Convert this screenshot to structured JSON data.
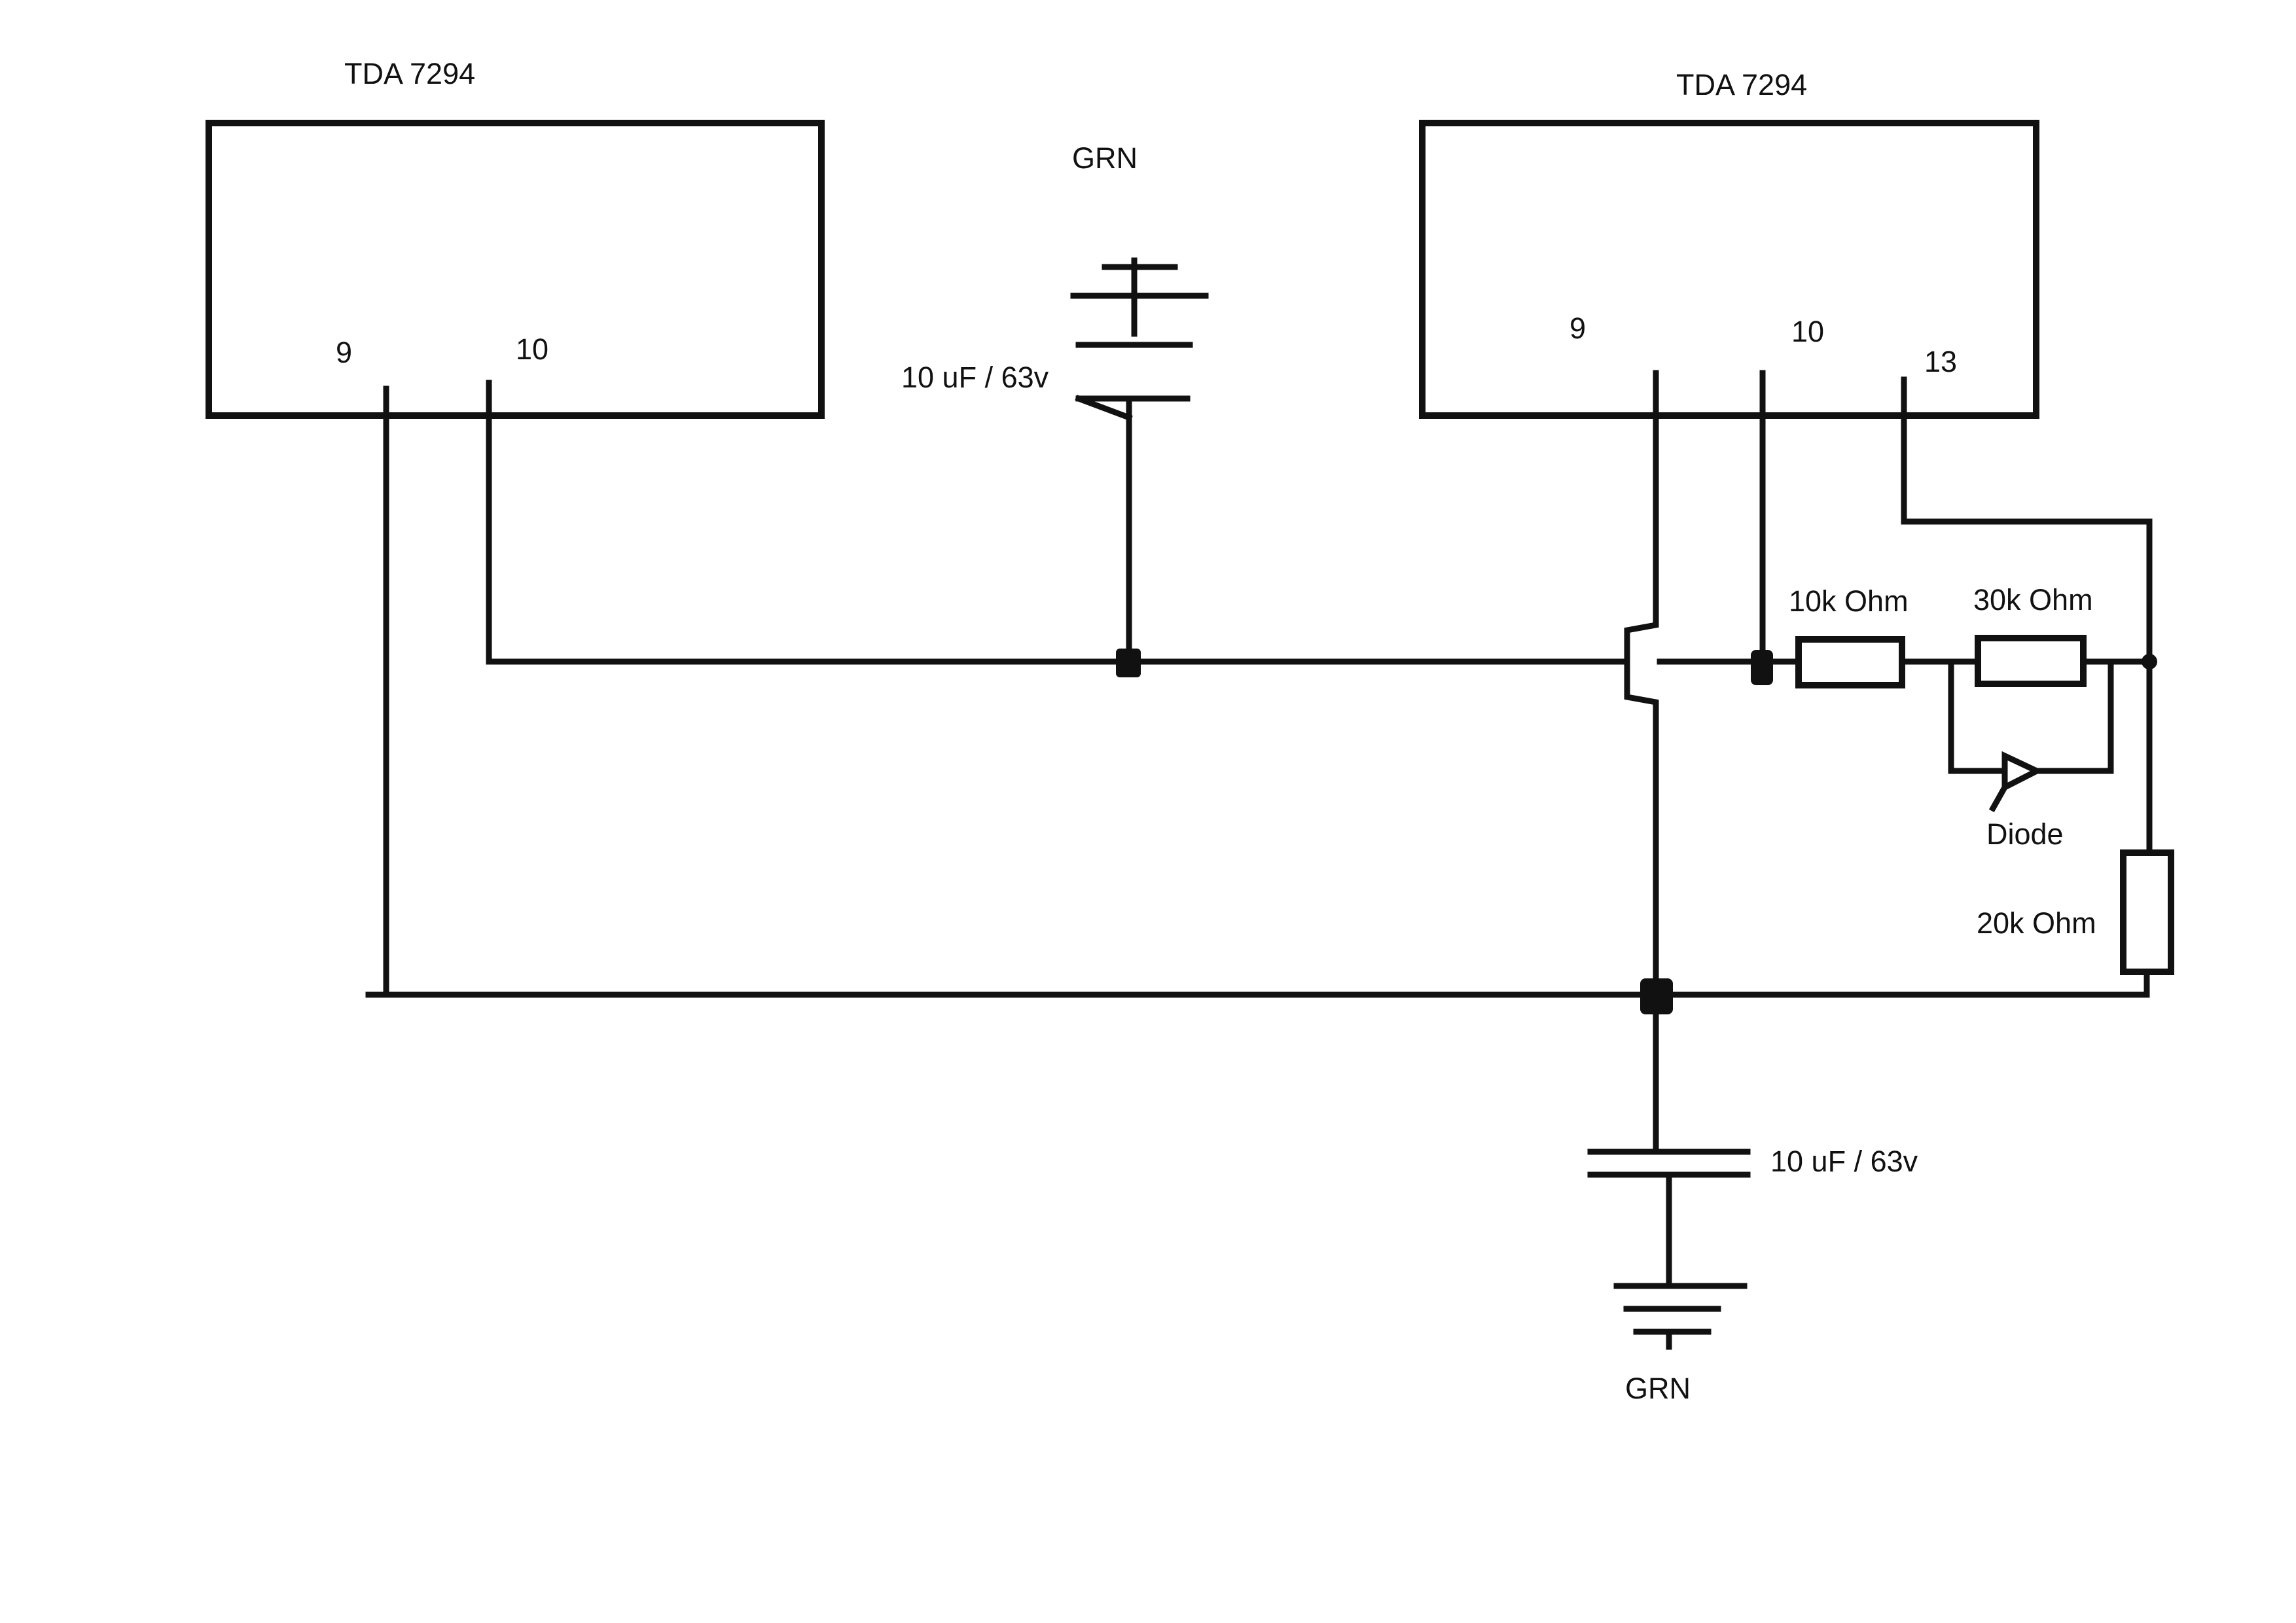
{
  "ic_left": {
    "name": "TDA 7294",
    "pin_9": "9",
    "pin_10": "10"
  },
  "ic_right": {
    "name": "TDA 7294",
    "pin_9": "9",
    "pin_10": "10",
    "pin_13": "13"
  },
  "ground_top": {
    "label": "GRN"
  },
  "cap_top": {
    "label": "10 uF / 63v"
  },
  "resistor_10k": {
    "label": "10k Ohm"
  },
  "resistor_30k": {
    "label": "30k Ohm"
  },
  "diode": {
    "label": "Diode"
  },
  "resistor_20k": {
    "label": "20k Ohm"
  },
  "cap_bottom": {
    "label": "10 uF / 63v"
  },
  "ground_bottom": {
    "label": "GRN"
  }
}
